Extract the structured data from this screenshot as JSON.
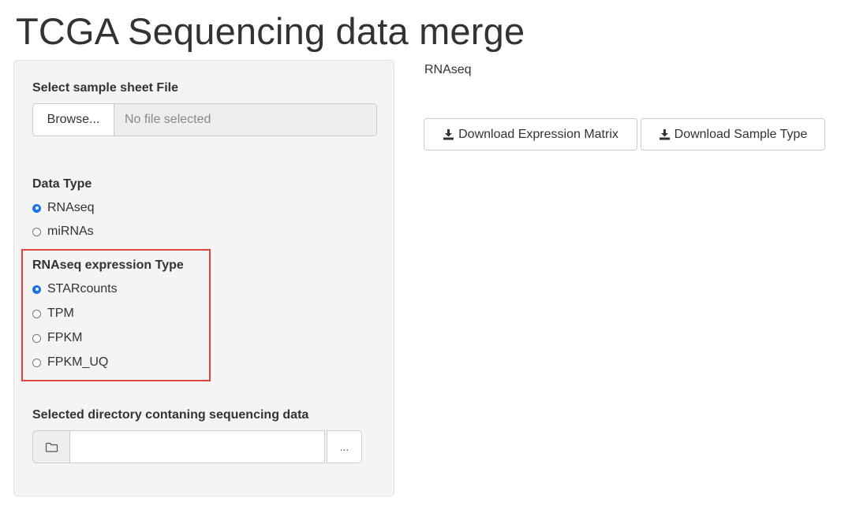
{
  "page": {
    "title": "TCGA Sequencing data merge"
  },
  "sidebar": {
    "sample_sheet": {
      "label": "Select sample sheet File",
      "browse_label": "Browse...",
      "file_value": "No file selected"
    },
    "data_type": {
      "label": "Data Type",
      "options": [
        {
          "label": "RNAseq",
          "checked": true
        },
        {
          "label": "miRNAs",
          "checked": false
        }
      ]
    },
    "expression_type": {
      "label": "RNAseq expression Type",
      "highlight_color": "#e0443f",
      "options": [
        {
          "label": "STARcounts",
          "checked": true
        },
        {
          "label": "TPM",
          "checked": false
        },
        {
          "label": "FPKM",
          "checked": false
        },
        {
          "label": "FPKM_UQ",
          "checked": false
        }
      ]
    },
    "directory": {
      "label": "Selected directory contaning sequencing data",
      "value": "",
      "button_label": "...",
      "icon": "folder-icon"
    }
  },
  "main": {
    "output_text": "RNAseq",
    "buttons": [
      {
        "label": "Download Expression Matrix",
        "icon": "download-icon"
      },
      {
        "label": "Download Sample Type",
        "icon": "download-icon"
      }
    ]
  },
  "colors": {
    "accent": "#1a73e8",
    "panel_background": "#f4f4f4",
    "highlight": "#e0443f"
  }
}
